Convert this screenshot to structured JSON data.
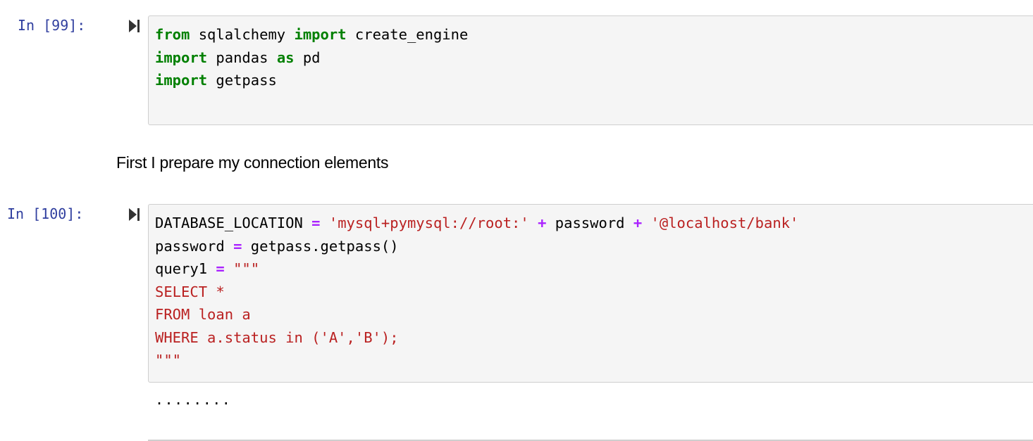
{
  "cells": [
    {
      "type": "code",
      "prompt": "In [99]:",
      "lines": [
        [
          {
            "t": "kw",
            "v": "from"
          },
          {
            "t": "n",
            "v": " sqlalchemy "
          },
          {
            "t": "kw",
            "v": "import"
          },
          {
            "t": "n",
            "v": " create_engine"
          }
        ],
        [
          {
            "t": "kw",
            "v": "import"
          },
          {
            "t": "n",
            "v": " pandas "
          },
          {
            "t": "kw",
            "v": "as"
          },
          {
            "t": "n",
            "v": " pd"
          }
        ],
        [
          {
            "t": "kw",
            "v": "import"
          },
          {
            "t": "n",
            "v": " getpass"
          }
        ]
      ]
    },
    {
      "type": "markdown",
      "text": "First I prepare my connection elements"
    },
    {
      "type": "code",
      "prompt": "In [100]:",
      "lines": [
        [
          {
            "t": "n",
            "v": "DATABASE_LOCATION "
          },
          {
            "t": "op",
            "v": "="
          },
          {
            "t": "n",
            "v": " "
          },
          {
            "t": "str",
            "v": "'mysql+pymysql://root:'"
          },
          {
            "t": "n",
            "v": " "
          },
          {
            "t": "op",
            "v": "+"
          },
          {
            "t": "n",
            "v": " password "
          },
          {
            "t": "op",
            "v": "+"
          },
          {
            "t": "n",
            "v": " "
          },
          {
            "t": "str",
            "v": "'@localhost/bank'"
          }
        ],
        [
          {
            "t": "n",
            "v": "password "
          },
          {
            "t": "op",
            "v": "="
          },
          {
            "t": "n",
            "v": " getpass.getpass()"
          }
        ],
        [
          {
            "t": "n",
            "v": "query1 "
          },
          {
            "t": "op",
            "v": "="
          },
          {
            "t": "n",
            "v": " "
          },
          {
            "t": "str",
            "v": "\"\"\""
          }
        ],
        [
          {
            "t": "str",
            "v": "SELECT *"
          }
        ],
        [
          {
            "t": "str",
            "v": "FROM loan a"
          }
        ],
        [
          {
            "t": "str",
            "v": "WHERE a.status in ('A','B');"
          }
        ],
        [
          {
            "t": "str",
            "v": "\"\"\""
          }
        ]
      ],
      "output": "........"
    }
  ],
  "icons": {
    "run_cell": "step-forward-icon"
  },
  "colors": {
    "prompt": "#303f9f",
    "keyword": "#008000",
    "operator": "#aa22ff",
    "string": "#ba2121",
    "cell_bg": "#f5f5f5",
    "cell_border": "#cfcfcf"
  }
}
